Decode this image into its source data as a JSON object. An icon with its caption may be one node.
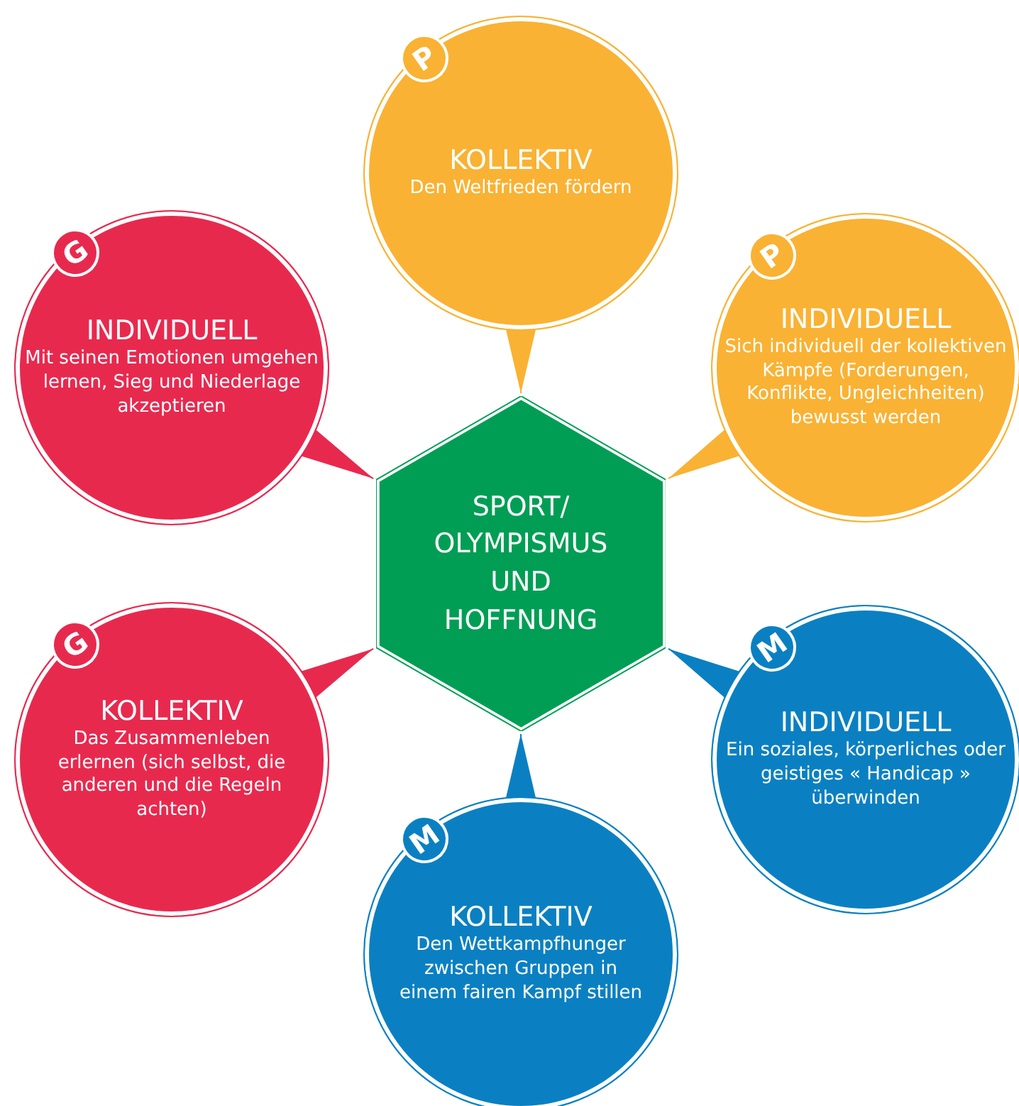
{
  "diagram": {
    "nodes": [
      {
        "text": [
          "P",
          "KOLLEKTIV",
          "Den Weltfrieden fördern"
        ]
      },
      {
        "text": [
          "G",
          "INDIVIDUELL",
          "Mit seinen Emotionen umgehen lernen, Sieg und Niederlage akzeptieren"
        ]
      },
      {
        "text": [
          "P",
          "INDIVIDUELL",
          "Sich individuell der kollektiven Kämpfe (Forderungen, Konflikte, Ungleichheiten) bewusst werden"
        ]
      },
      {
        "text": [
          "SPORT/ OLYMPISMUS UND HOFFNUNG"
        ]
      },
      {
        "text": [
          "G",
          "KOLLEKTIV",
          "Das Zusammenleben erlernen (sich selbst, die anderen und die Regeln achten)"
        ]
      },
      {
        "text": [
          "M",
          "INDIVIDUELL",
          "Ein soziales, körperliches oder geistiges « Handicap » überwinden"
        ]
      },
      {
        "text": [
          "M",
          "KOLLEKTIV",
          "Den Wettkampfhunger zwischen Gruppen in einem fairen Kampf stillen"
        ]
      }
    ],
    "edges": [
      {
        "from": 0,
        "to": 3,
        "arrow": "to",
        "color": "#f9b233"
      },
      {
        "from": 1,
        "to": 3,
        "arrow": "to",
        "color": "#e8294e"
      },
      {
        "from": 2,
        "to": 3,
        "arrow": "to",
        "color": "#f9b233"
      },
      {
        "from": 4,
        "to": 3,
        "arrow": "to",
        "color": "#e8294e"
      },
      {
        "from": 5,
        "to": 3,
        "arrow": "to",
        "color": "#0a80c2"
      },
      {
        "from": 6,
        "to": 3,
        "arrow": "to",
        "color": "#0a80c2"
      }
    ]
  }
}
